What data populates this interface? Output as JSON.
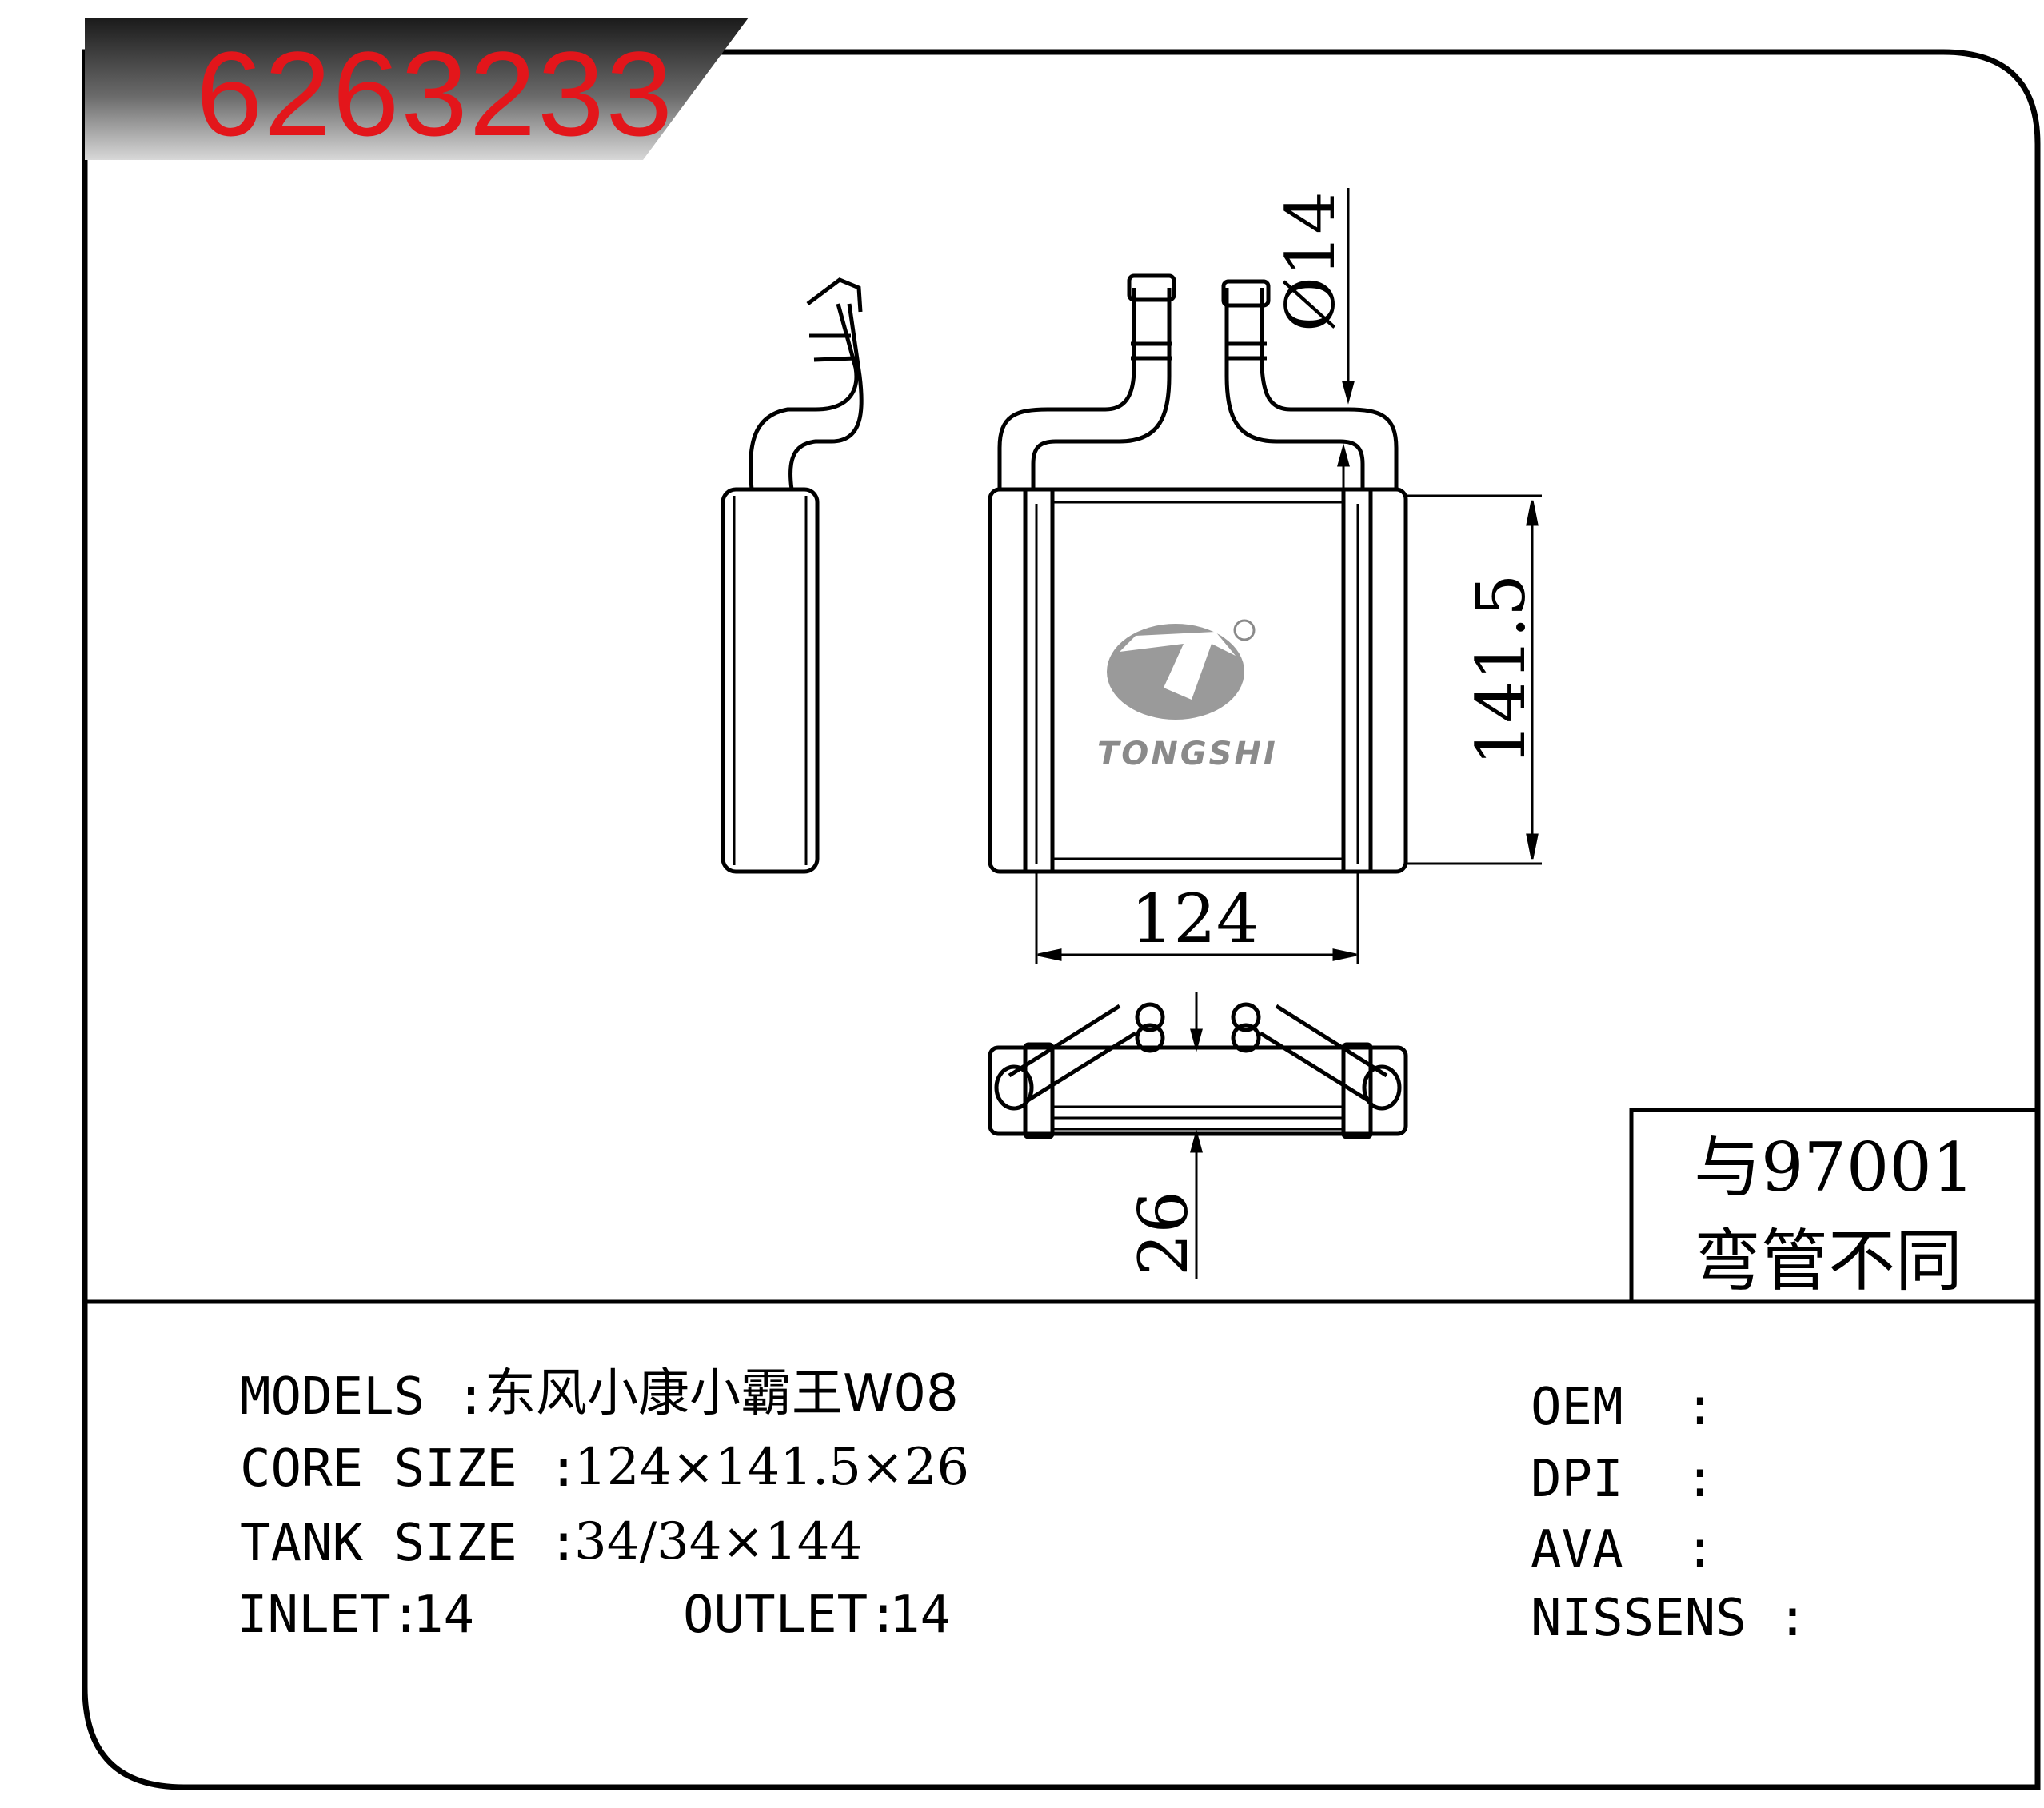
{
  "header": {
    "part_number": "6263233"
  },
  "dimensions": {
    "pipe_diameter": "Ø14",
    "height": "141.5",
    "width": "124",
    "depth": "26"
  },
  "brand": {
    "name": "TONGSHI",
    "registered": "®"
  },
  "note": {
    "line1": "与97001",
    "line2": "弯管不同"
  },
  "specs": {
    "models_label": "MODELS :",
    "models_value": "东风小康小霸王W08",
    "core_label": "CORE SIZE :",
    "core_value": "124×141.5×26",
    "tank_label": "TANK SIZE :",
    "tank_value": "34/34×144",
    "inlet_label": "INLET:",
    "inlet_value": "14",
    "outlet_label": "OUTLET:",
    "outlet_value": "14"
  },
  "references": {
    "oem_label": "OEM  :",
    "oem_value": "",
    "dpi_label": "DPI  :",
    "dpi_value": "",
    "ava_label": "AVA  :",
    "ava_value": "",
    "nissens_label": "NISSENS :",
    "nissens_value": ""
  },
  "colors": {
    "part_number": "#e3161b",
    "header_band": "#3c3c3c",
    "logo": "#8a8a8a"
  }
}
